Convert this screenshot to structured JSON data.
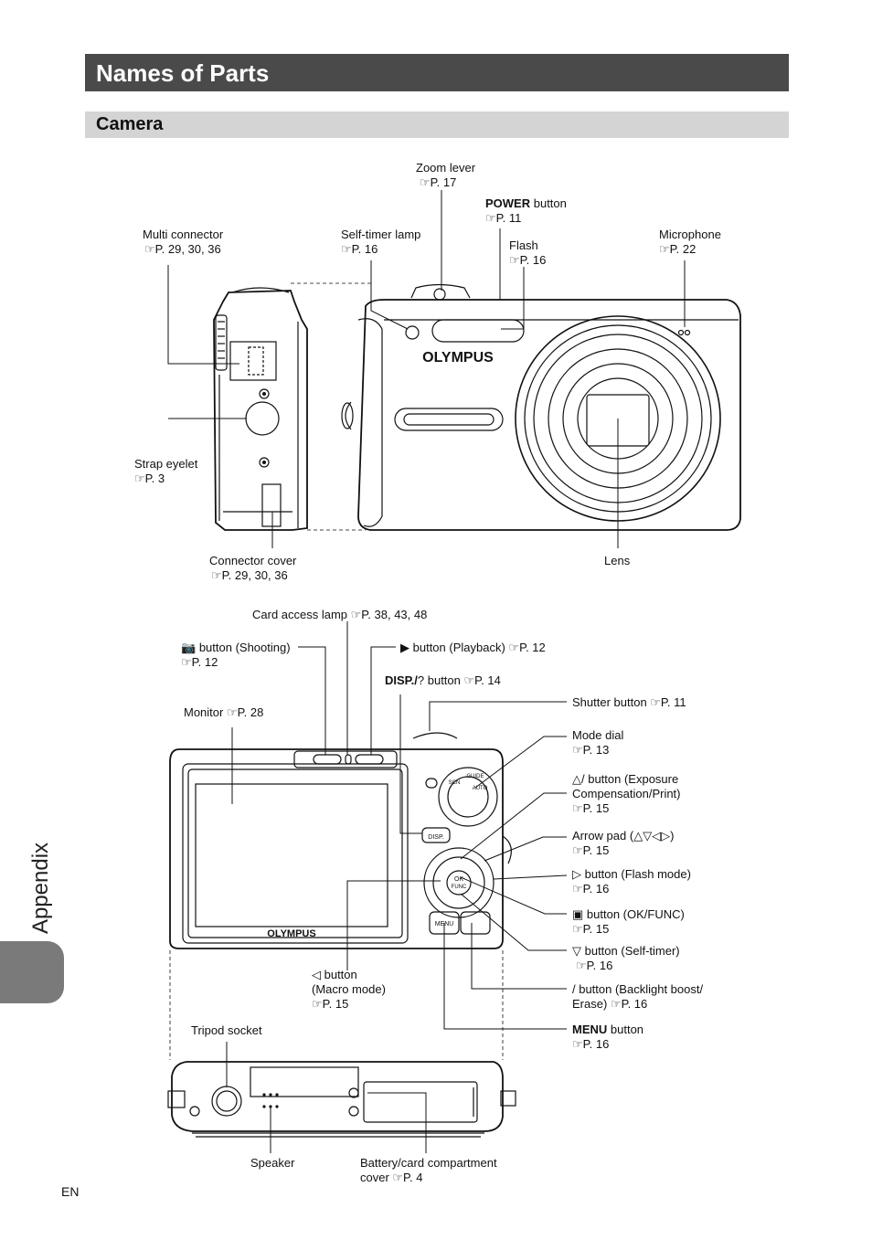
{
  "header": {
    "title": "Names of Parts",
    "section": "Camera"
  },
  "side_tab": {
    "label": "Appendix"
  },
  "footer": {
    "lang": "EN"
  },
  "top_view": {
    "zoom_lever": {
      "name": "Zoom lever",
      "ref": "☞P. 17"
    },
    "power_button": {
      "name": "POWER",
      "suffix": " button",
      "ref": "☞P. 11"
    },
    "multi_connector": {
      "name": "Multi connector",
      "ref": "☞P. 29, 30, 36"
    },
    "self_timer_lamp": {
      "name": "Self-timer lamp",
      "ref": "☞P. 16"
    },
    "flash": {
      "name": "Flash",
      "ref": "☞P. 16"
    },
    "microphone": {
      "name": "Microphone",
      "ref": "☞P. 22"
    },
    "strap_eyelet": {
      "name": "Strap eyelet",
      "ref": "☞P. 3"
    },
    "connector_cover": {
      "name": "Connector cover",
      "ref": "☞P. 29, 30, 36"
    },
    "lens": {
      "name": "Lens"
    },
    "brand": "OLYMPUS"
  },
  "back_view": {
    "card_access_lamp": "Card access lamp ☞P. 38, 43, 48",
    "shooting_button": {
      "name": "button (Shooting)",
      "ref": "☞P. 12"
    },
    "playback_button": {
      "name": "button (Playback)",
      "ref": "☞P. 12"
    },
    "disp_button": {
      "name": "DISP./",
      "suffix": " button ☞P. 14"
    },
    "monitor": "Monitor ☞P. 28",
    "shutter_button": "Shutter button ☞P. 11",
    "mode_dial": {
      "name": "Mode dial",
      "ref": "☞P. 13"
    },
    "exposure_button": {
      "line1": "△/ button (Exposure",
      "line2": "Compensation/Print)",
      "ref": "☞P. 15"
    },
    "arrow_pad": {
      "name": "Arrow pad (△▽◁▷)",
      "ref": "☞P. 15"
    },
    "flash_button": {
      "name": "▷ button (Flash mode)",
      "ref": "☞P. 16"
    },
    "ok_button": {
      "name": "button (OK/FUNC)",
      "ref": "☞P. 15"
    },
    "selftimer_button": {
      "name": "▽ button (Self-timer)",
      "ref": "☞P. 16"
    },
    "backlight_button": {
      "line1": "/ button (Backlight boost/",
      "line2": "Erase)",
      "ref": "☞P. 16"
    },
    "menu_button": {
      "name": "MENU",
      "suffix": " button",
      "ref": "☞P. 16"
    },
    "macro_button": {
      "line1": "◁ button",
      "line2": "(Macro mode)",
      "ref": "☞P. 15"
    },
    "brand": "OLYMPUS",
    "mode_dial_labels": [
      "AUTO",
      "GUIDE",
      "SCN"
    ],
    "buttons": {
      "disp": "DISP.",
      "ok": "OK",
      "func": "FUNC",
      "menu": "MENU"
    }
  },
  "bottom_view": {
    "tripod_socket": "Tripod socket",
    "speaker": "Speaker",
    "battery_cover": {
      "line1": "Battery/card compartment",
      "line2": "cover ☞P. 4"
    }
  }
}
